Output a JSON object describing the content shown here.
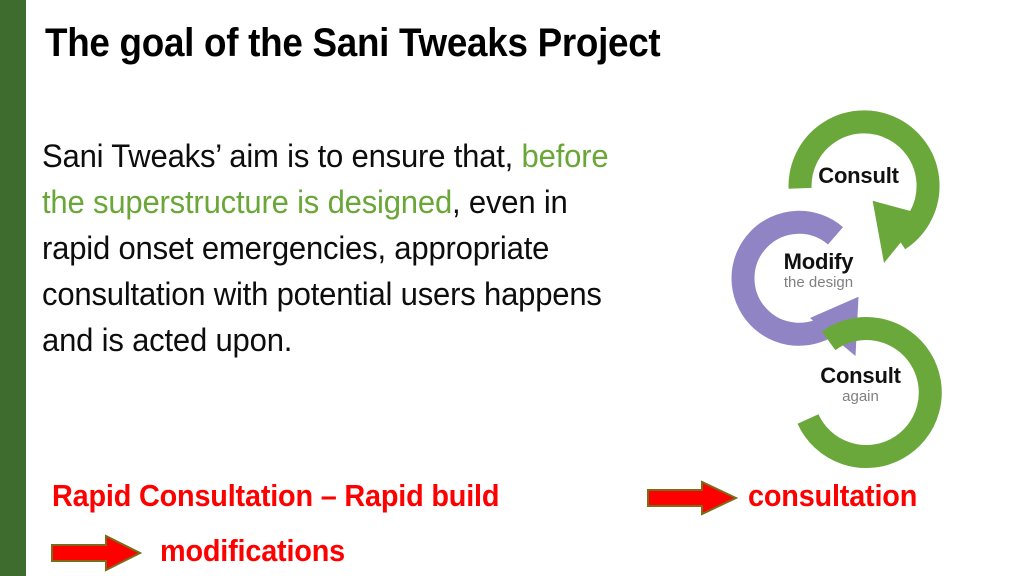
{
  "slide": {
    "title": "The goal of the Sani Tweaks Project",
    "accent_green_bar": "#3E6B2E",
    "highlight_green": "#6AA738",
    "red": "#FF0000",
    "purple": "#9184C4",
    "ring_green": "#6AA83C"
  },
  "body": {
    "part1": "Sani Tweaks’ aim is to ensure that, ",
    "highlight": "before the superstructure is designed",
    "part2": ", even in rapid onset emergencies, appropriate consultation with potential users happens and is acted upon."
  },
  "diagram": {
    "nodes": [
      {
        "id": "consult-top",
        "main": "Consult",
        "sub": ""
      },
      {
        "id": "modify",
        "main": "Modify",
        "sub": "the design"
      },
      {
        "id": "consult-again",
        "main": "Consult",
        "sub": "again"
      }
    ],
    "arrows": [
      {
        "id": "ring-consult-top",
        "color": "#6AA83C",
        "label": "green-circular-arrow-consult"
      },
      {
        "id": "ring-modify",
        "color": "#9184C4",
        "label": "purple-circular-arrow-modify"
      },
      {
        "id": "ring-consult-again",
        "color": "#6AA83C",
        "label": "green-circular-arrow-consult-again"
      }
    ]
  },
  "footer": {
    "line1_left": "Rapid Consultation – Rapid build",
    "line1_right": "consultation",
    "line2": "modifications",
    "arrow_label": "red-right-arrow"
  }
}
